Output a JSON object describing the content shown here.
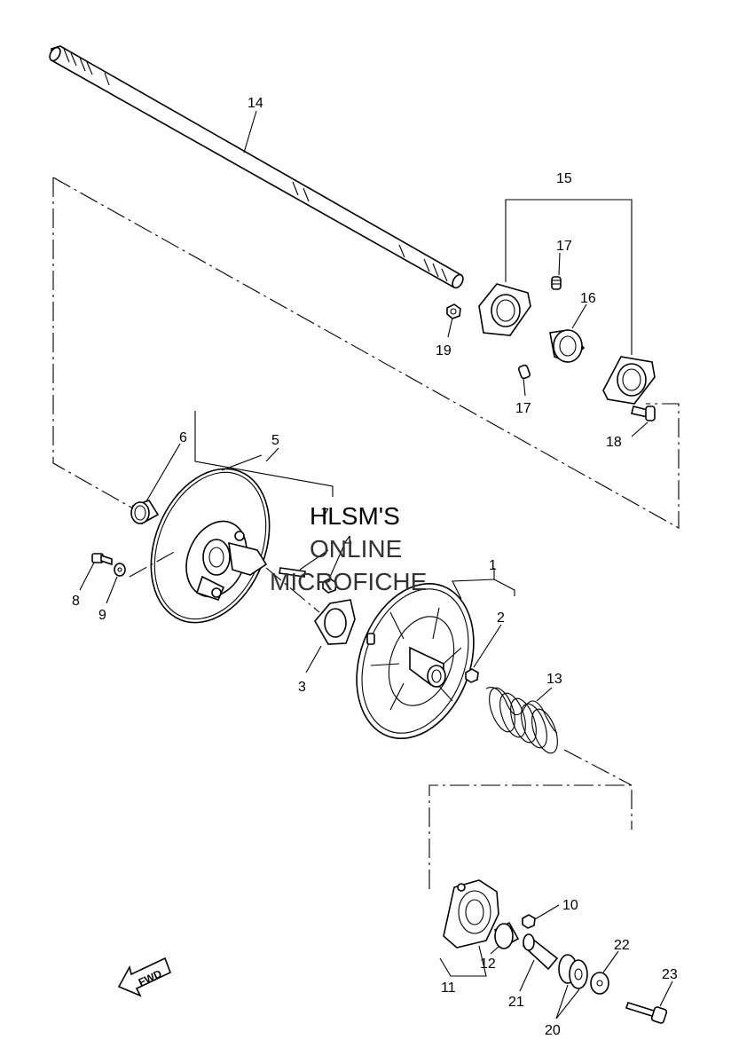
{
  "watermark": {
    "line1": "HLSM'S",
    "line2": "ONLINE",
    "line3": "MICROFICHE"
  },
  "fwd_label": "FWD",
  "callouts": [
    "14",
    "15",
    "17",
    "16",
    "19",
    "17",
    "18",
    "6",
    "5",
    "7",
    "4",
    "8",
    "9",
    "1",
    "2",
    "3",
    "13",
    "10",
    "12",
    "11",
    "21",
    "22",
    "20",
    "23"
  ]
}
